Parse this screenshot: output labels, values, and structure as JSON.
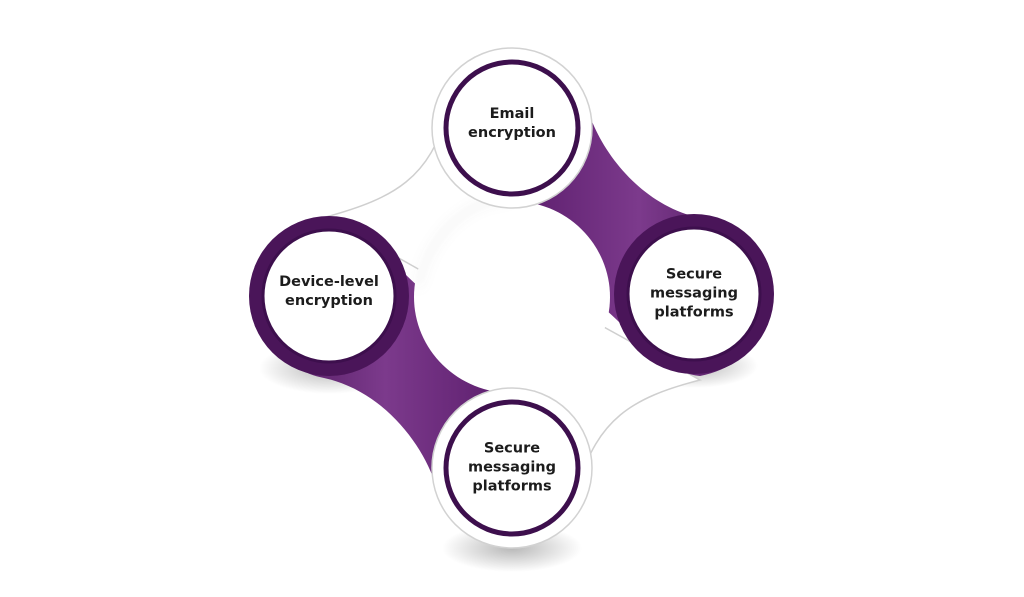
{
  "diagram": {
    "colors": {
      "purple_dark": "#3d0f4d",
      "purple_mid": "#6a2a7a",
      "purple_light": "#7c3a8c",
      "ring_outline": "#cfcfcf",
      "circle_fill": "#ffffff",
      "background": "#ffffff"
    },
    "nodes": [
      {
        "id": "top",
        "label": "Email\nencryption"
      },
      {
        "id": "right",
        "label": "Secure\nmessaging\nplatforms"
      },
      {
        "id": "bottom",
        "label": "Secure\nmessaging\nplatforms"
      },
      {
        "id": "left",
        "label": "Device-level\nencryption"
      }
    ]
  }
}
